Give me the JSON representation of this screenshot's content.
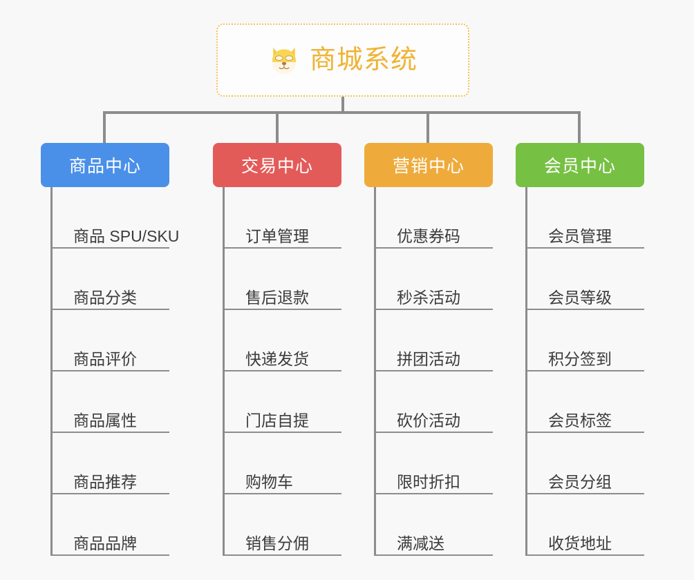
{
  "theme": {
    "background": "#f8f8f8",
    "connector_color": "#8c8c8c",
    "root_border_color": "#f5c15a",
    "root_text_color": "#efb335",
    "leaf_text_color": "#3b3b3b"
  },
  "root": {
    "title": "商城系统",
    "icon": "dog-face-icon"
  },
  "branches": [
    {
      "label": "商品中心",
      "color": "#4a90e8",
      "items": [
        "商品 SPU/SKU",
        "商品分类",
        "商品评价",
        "商品属性",
        "商品推荐",
        "商品品牌"
      ]
    },
    {
      "label": "交易中心",
      "color": "#e35b59",
      "items": [
        "订单管理",
        "售后退款",
        "快递发货",
        "门店自提",
        "购物车",
        "销售分佣"
      ]
    },
    {
      "label": "营销中心",
      "color": "#eeab3c",
      "items": [
        "优惠券码",
        "秒杀活动",
        "拼团活动",
        "砍价活动",
        "限时折扣",
        "满减送"
      ]
    },
    {
      "label": "会员中心",
      "color": "#76c043",
      "items": [
        "会员管理",
        "会员等级",
        "积分签到",
        "会员标签",
        "会员分组",
        "收货地址"
      ]
    }
  ]
}
